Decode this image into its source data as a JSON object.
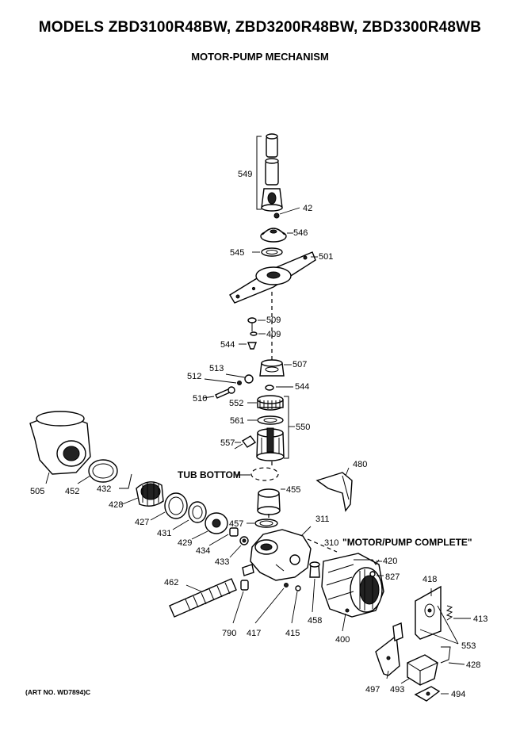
{
  "header": {
    "title": "MODELS ZBD3100R48BW, ZBD3200R48BW, ZBD3300R48WB",
    "subtitle": "MOTOR-PUMP MECHANISM"
  },
  "footer": {
    "art_no": "(ART NO. WD7894)C"
  },
  "labels": {
    "tub_bottom": "TUB BOTTOM",
    "motor_pump_complete": "\"MOTOR/PUMP COMPLETE\""
  },
  "parts": {
    "p549": "549",
    "p42": "42",
    "p546": "546",
    "p545": "545",
    "p501": "501",
    "p509": "509",
    "p409": "409",
    "p544a": "544",
    "p507": "507",
    "p513": "513",
    "p512": "512",
    "p544b": "544",
    "p510": "510",
    "p552": "552",
    "p561": "561",
    "p550": "550",
    "p557": "557",
    "p480": "480",
    "p505": "505",
    "p452": "452",
    "p432": "432",
    "p428a": "428",
    "p455": "455",
    "p427": "427",
    "p431": "431",
    "p429": "429",
    "p434": "434",
    "p457": "457",
    "p311": "311",
    "p310": "310",
    "p433": "433",
    "p420": "420",
    "p827": "827",
    "p418": "418",
    "p462": "462",
    "p413": "413",
    "p790": "790",
    "p417": "417",
    "p415": "415",
    "p458": "458",
    "p400": "400",
    "p553": "553",
    "p428b": "428",
    "p497": "497",
    "p493": "493",
    "p494": "494"
  }
}
